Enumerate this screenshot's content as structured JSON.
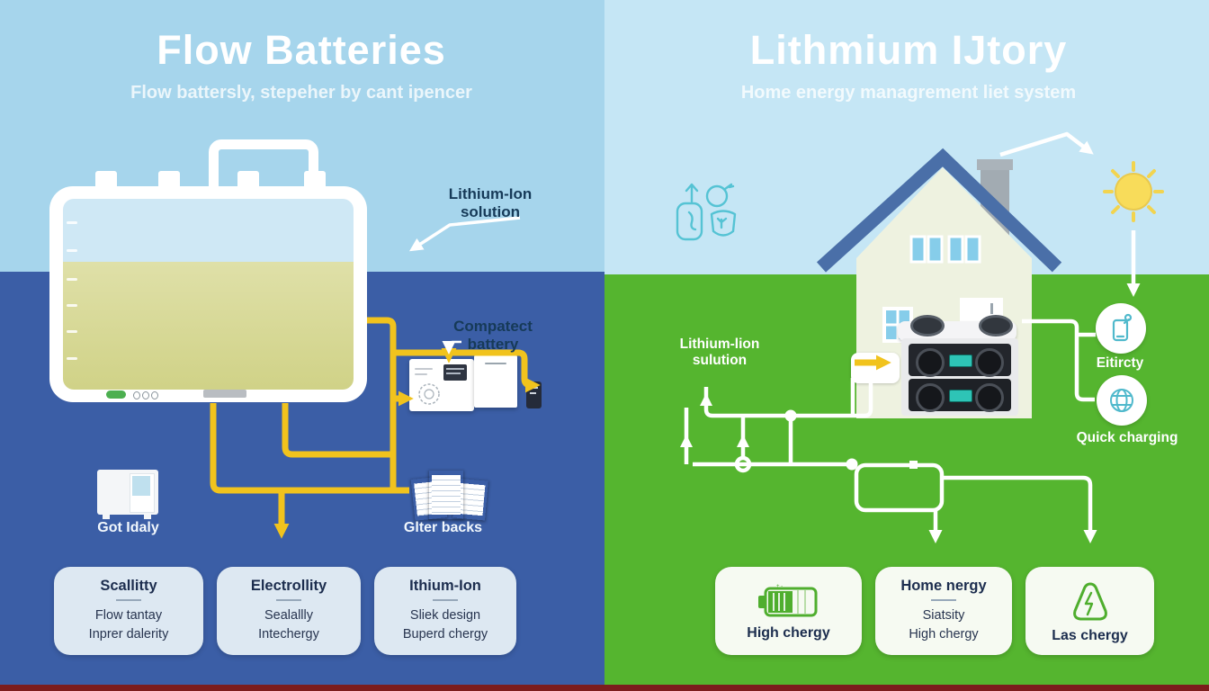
{
  "left": {
    "title": "Flow Batteries",
    "subtitle": "Flow battersly, stepeher by cant ipencer",
    "solution_label": {
      "line1": "Lithium-Ion",
      "line2": "solution"
    },
    "compact_label": {
      "line1": "Compatect",
      "line2": "battery"
    },
    "appliance_label": "Got Idaly",
    "papers_label": "Glter backs",
    "icons": [
      "flow-battery-tank-icon",
      "circuit-board-icon",
      "paper-sheet-icon",
      "chip-icon",
      "appliance-icon",
      "documents-icon"
    ],
    "cards": [
      {
        "title": "Scallitty",
        "line1": "Flow tantay",
        "line2": "Inprer dalerity"
      },
      {
        "title": "Electrollity",
        "line1": "Sealallly",
        "line2": "Intechergy"
      },
      {
        "title": "Ithium-Ion",
        "line1": "Sliek design",
        "line2": "Buperd chergy"
      }
    ]
  },
  "right": {
    "title": "Lithmium IJtory",
    "subtitle": "Home energy managrement liet system",
    "solution_label": {
      "line1": "Lithium-lion",
      "line2": "sulution"
    },
    "icons": [
      "house-icon",
      "sun-icon",
      "battery-station-icon",
      "teal-doodle-icons"
    ],
    "features": [
      {
        "icon": "smartphone-icon",
        "label": "Eitircty"
      },
      {
        "icon": "globe-icon",
        "label": "Quick charging"
      }
    ],
    "cards": [
      {
        "icon": "battery-icon",
        "label": "High chergy"
      },
      {
        "title": "Home nergy",
        "line1": "Siatsity",
        "line2": "High chergy"
      },
      {
        "icon": "hazard-flask-icon",
        "label": "Las chergy"
      }
    ]
  },
  "colors": {
    "left_sky": "#a6d5ec",
    "left_ground": "#3b5ea6",
    "right_sky": "#c5e6f5",
    "right_ground": "#55b52f",
    "pipe_yellow": "#f1c31d",
    "connector_white": "#ffffff",
    "teal_icon": "#55c3d4",
    "sun_yellow": "#f8dc5a",
    "roof_blue": "#4a6fa8",
    "tank_liquid": "#d5d78d",
    "bottom_strip": "#7c1d1d"
  }
}
